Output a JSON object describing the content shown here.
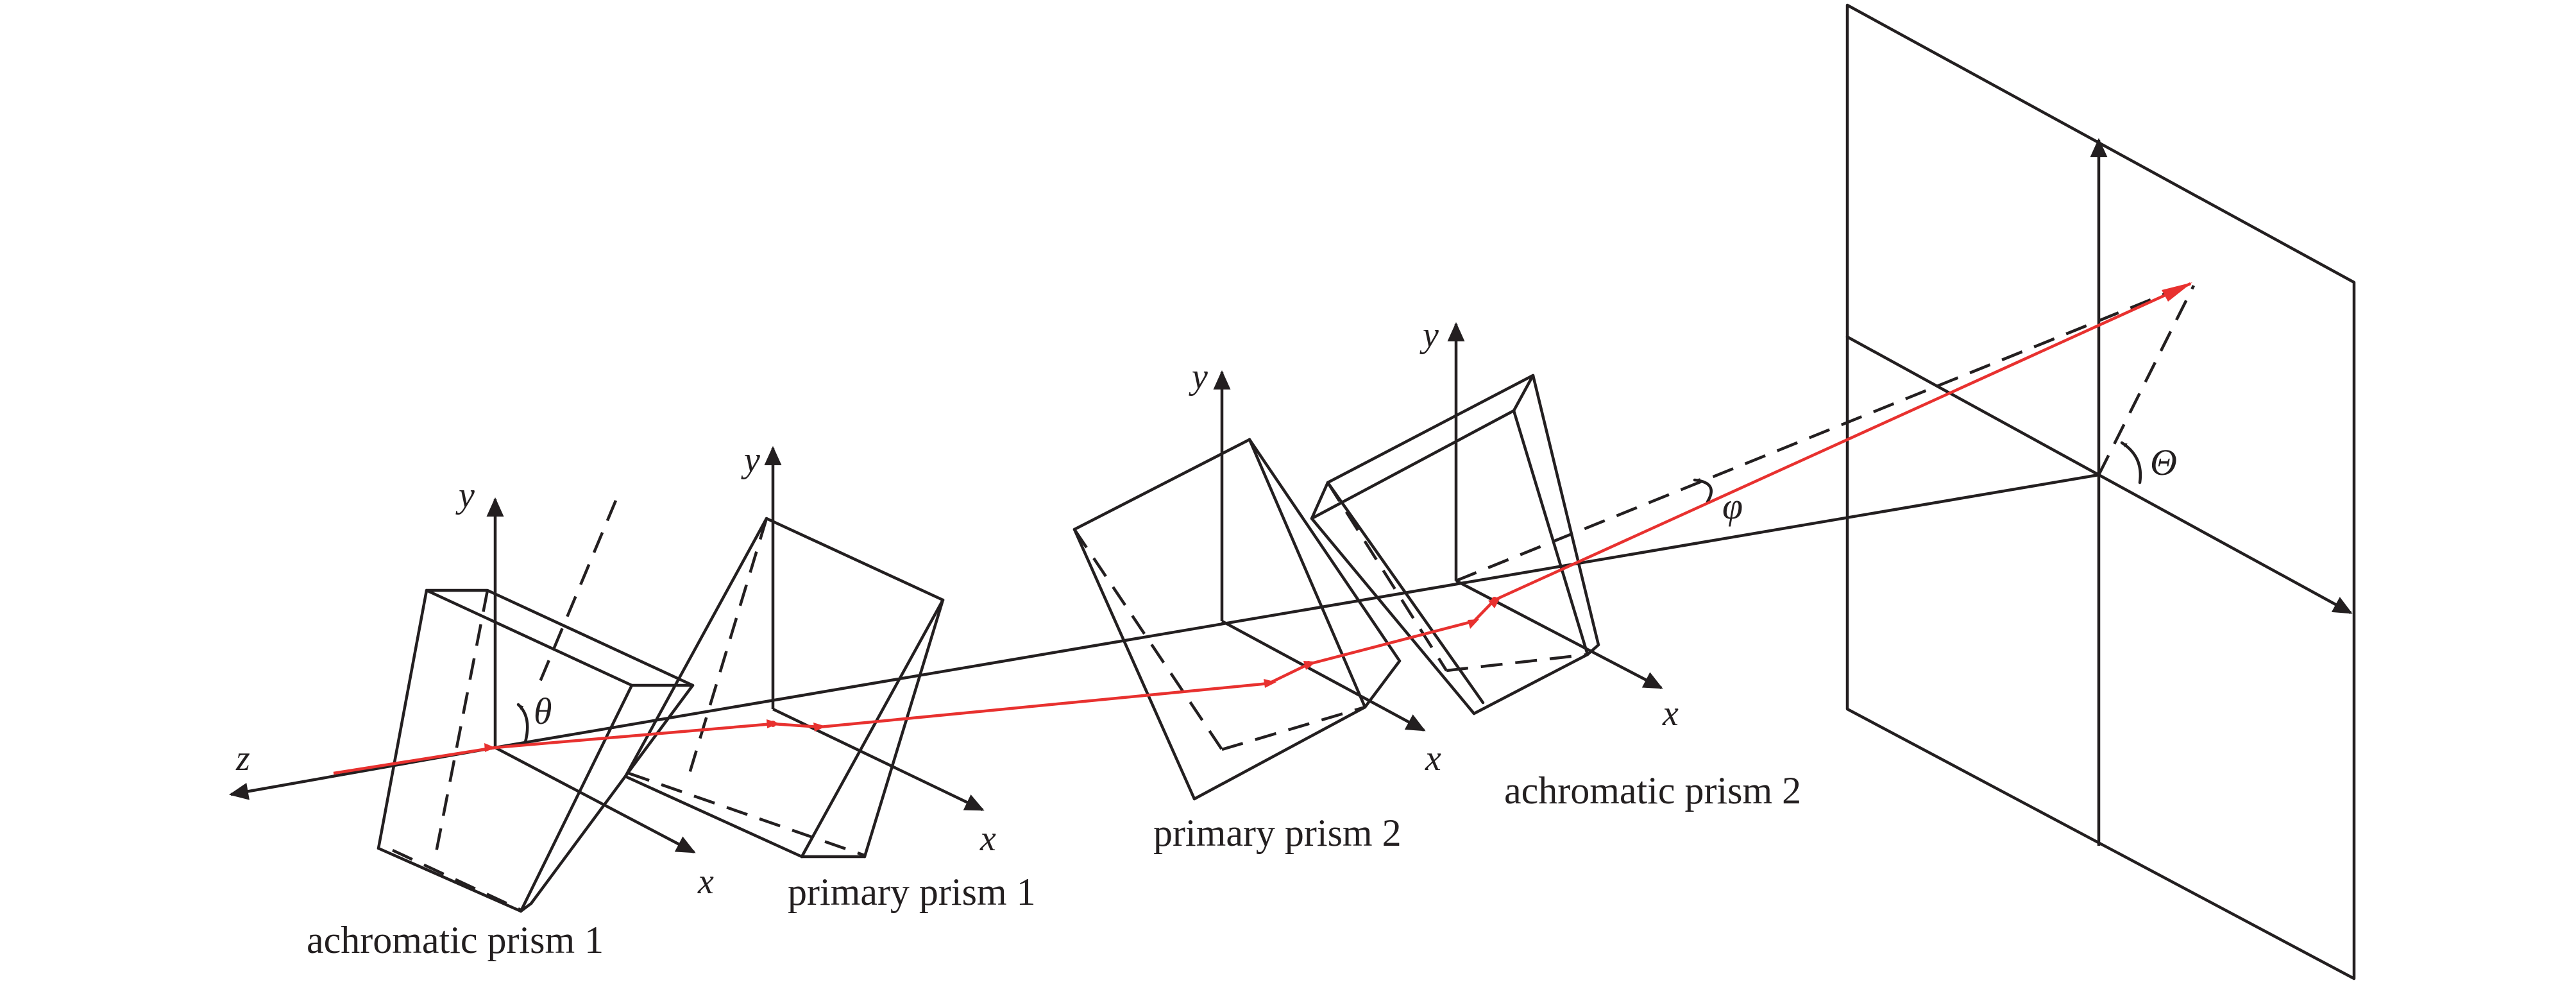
{
  "labels": {
    "achromatic_prism_1": "achromatic prism 1",
    "primary_prism_1": "primary prism 1",
    "primary_prism_2": "primary prism 2",
    "achromatic_prism_2": "achromatic prism 2"
  },
  "axes": {
    "z": "z",
    "y": "y",
    "x": "x"
  },
  "angles": {
    "theta": "θ",
    "phi": "φ",
    "big_theta": "Θ"
  },
  "colors": {
    "line": "#231f20",
    "ray": "#e8312f"
  }
}
